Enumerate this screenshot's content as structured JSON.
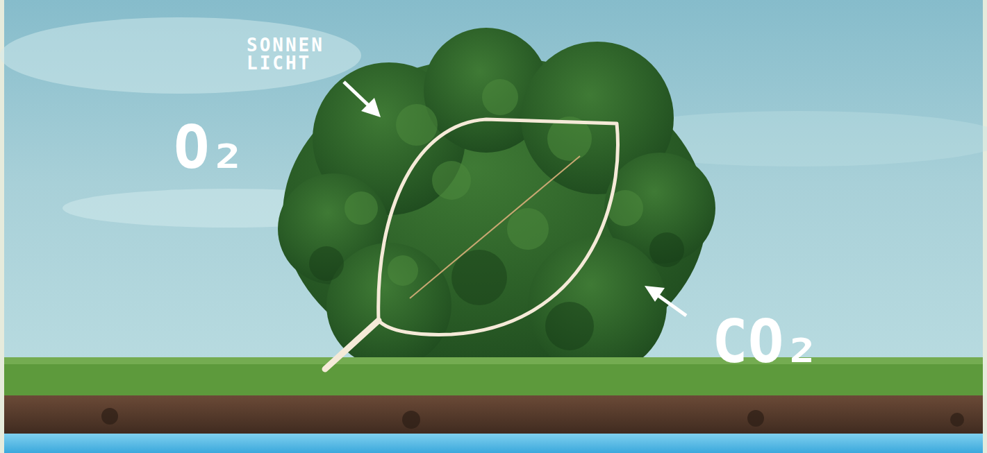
{
  "diagram": {
    "labels": [
      "SONNEN LICHT",
      "O₂",
      "CO₂"
    ]
  }
}
